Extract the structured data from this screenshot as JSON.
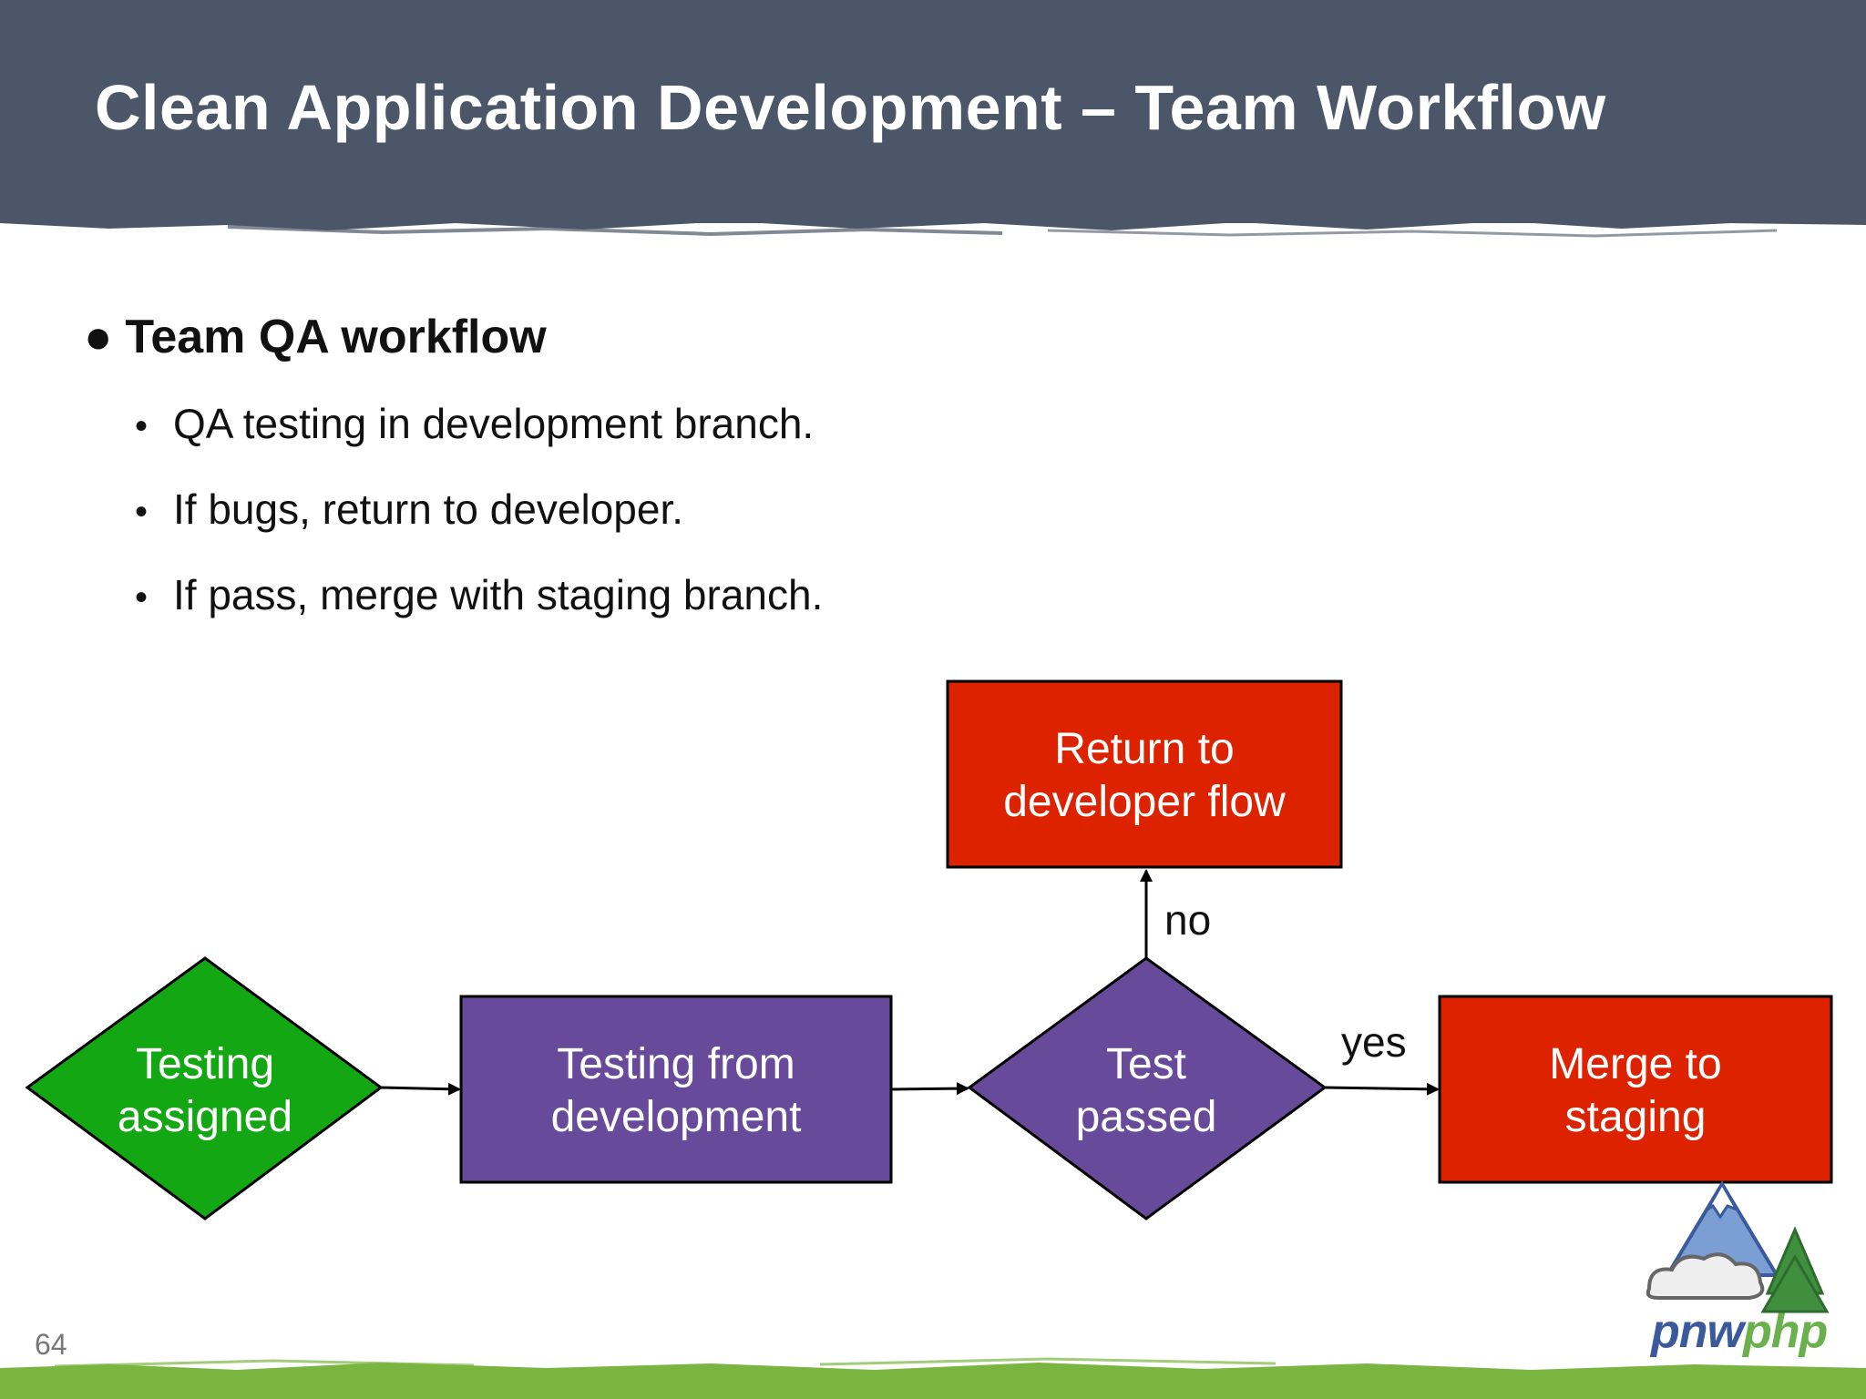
{
  "slide": {
    "title": "Clean Application Development – Team Workflow",
    "page_number": "64"
  },
  "content": {
    "main_bullet": "Team QA workflow",
    "sub_bullets": [
      "QA testing in development branch.",
      "If bugs, return to developer.",
      "If pass, merge with staging branch."
    ]
  },
  "flowchart": {
    "nodes": {
      "testing_assigned": {
        "line1": "Testing",
        "line2": "assigned",
        "shape": "diamond",
        "color": "#13a813"
      },
      "testing_from_dev": {
        "line1": "Testing from",
        "line2": "development",
        "shape": "rectangle",
        "color": "#674a99"
      },
      "test_passed": {
        "line1": "Test",
        "line2": "passed",
        "shape": "diamond",
        "color": "#674a99"
      },
      "return_to_dev": {
        "line1": "Return to",
        "line2": "developer flow",
        "shape": "rectangle",
        "color": "#dd2200"
      },
      "merge_to_staging": {
        "line1": "Merge to",
        "line2": "staging",
        "shape": "rectangle",
        "color": "#dd2200"
      }
    },
    "edges": {
      "no_label": "no",
      "yes_label": "yes"
    }
  },
  "logo": {
    "text_main": "pnw",
    "text_accent": "php",
    "name": "pnwphp-mountain-logo"
  },
  "colors": {
    "header": "#4b5768",
    "footer_green": "#7ab542"
  }
}
